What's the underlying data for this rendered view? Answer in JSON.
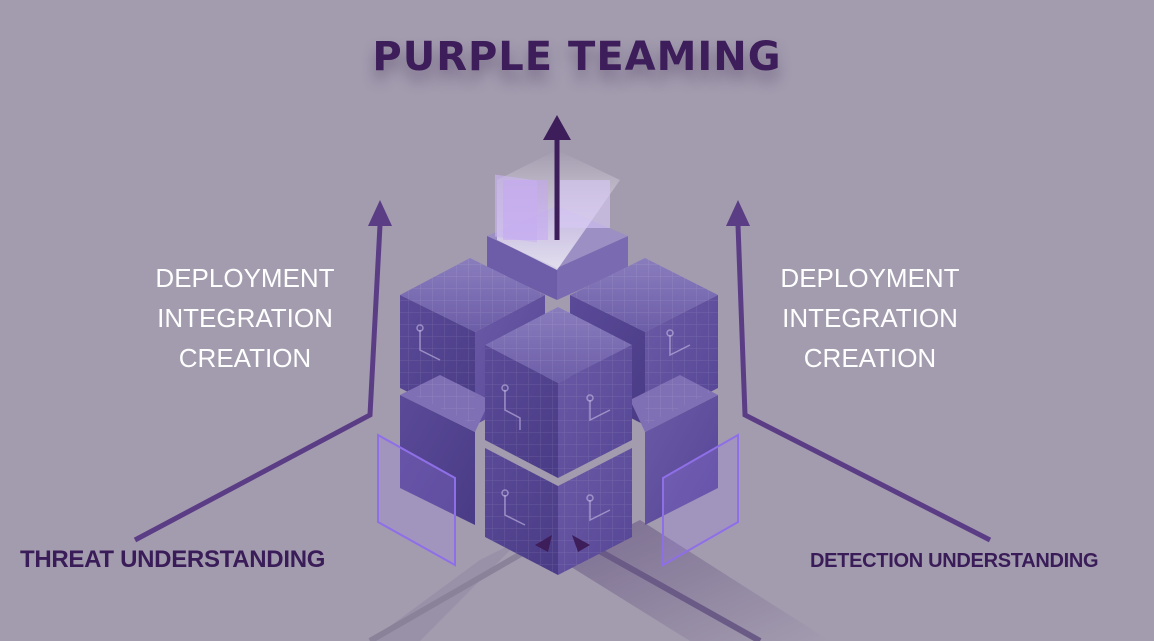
{
  "title": "PURPLE TEAMING",
  "left_steps": [
    "DEPLOYMENT",
    "INTEGRATION",
    "CREATION"
  ],
  "right_steps": [
    "DEPLOYMENT",
    "INTEGRATION",
    "CREATION"
  ],
  "bottom_left_label": "THREAT UNDERSTANDING",
  "bottom_right_label": "DETECTION UNDERSTANDING",
  "colors": {
    "background": "#a39caf",
    "title": "#3d1d5a",
    "arrow": "#5b3d86",
    "cube_face": "#5d4a9a",
    "label_white": "#ffffff",
    "label_dark": "#3a1d58"
  },
  "icons": {
    "up_arrow": "arrow-up-icon",
    "cube": "circuit-cube-icon",
    "panel": "glass-panel-icon"
  }
}
